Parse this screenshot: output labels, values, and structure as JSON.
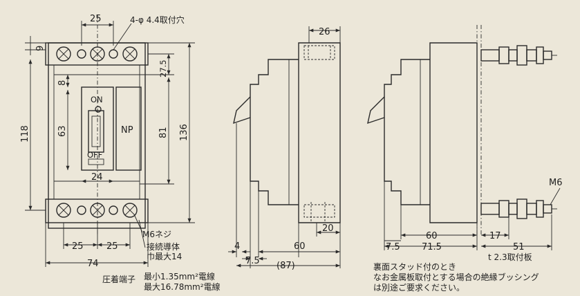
{
  "front_view": {
    "dim_top_holes_spacing": "25",
    "hole_note": "4-φ 4.4取付穴",
    "dim_terminal_height": "9",
    "dim_hole_offset": "27.5",
    "dim_handle_offset": "8",
    "dim_body_height": "118",
    "dim_handle_height": "63",
    "dim_mid_height": "81",
    "dim_total_height": "136",
    "label_on": "ON",
    "label_off": "OFF",
    "label_np": "NP",
    "dim_handle_width": "24",
    "screw_label": "M6ネジ",
    "conductor_label_1": "接続導体",
    "conductor_label_2": "巾最大14",
    "dim_pitch_left": "25",
    "dim_pitch_right": "25",
    "dim_total_width": "74",
    "terminal_title": "圧着端子",
    "wire_min": "最小1.35mm²電線",
    "wire_max": "最大16.78mm²電線"
  },
  "side_view": {
    "dim_top": "26",
    "dim_bottom": "20",
    "dim_4": "4",
    "dim_7_5": "7.5",
    "dim_60": "60",
    "dim_87": "(87)"
  },
  "rear_view": {
    "stud_label": "M6",
    "dim_7_5": "7.5",
    "dim_60": "60",
    "dim_17": "17",
    "dim_71_5": "71.5",
    "dim_51": "51",
    "plate_note": "t 2.3取付板",
    "note_line_1": "裏面スタッド付のとき",
    "note_line_2": "なお金属板取付とする場合の絶縁ブッシング",
    "note_line_3": "は別途ご要求ください。"
  }
}
